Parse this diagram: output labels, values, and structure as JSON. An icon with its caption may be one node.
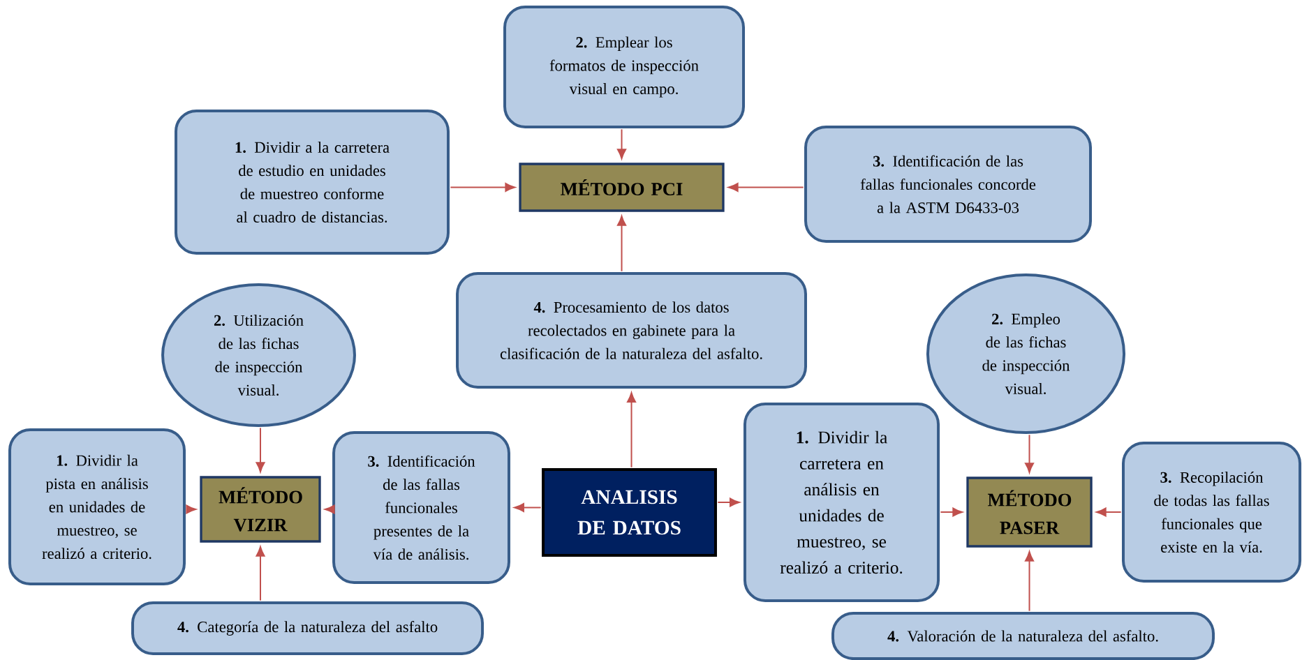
{
  "diagram": {
    "nodes": [
      {
        "text": [
          "**2.** Emplear los formatos de inspección visual en campo."
        ]
      },
      {
        "text": [
          "**1.** Dividir a la carretera de estudio en unidades de muestreo conforme al cuadro de distancias."
        ]
      },
      {
        "text": [
          "MÉTODO PCI"
        ]
      },
      {
        "text": [
          "**3.** Identificación de las fallas funcionales concorde a la ASTM D6433-03"
        ]
      },
      {
        "text": [
          "**4.** Procesamiento de los datos recolectados en gabinete para la clasificación de la naturaleza del asfalto."
        ]
      },
      {
        "text": [
          "**2.** Utilización de las fichas de inspección visual."
        ]
      },
      {
        "text": [
          "**2.** Empleo de las fichas de inspección visual."
        ]
      },
      {
        "text": [
          "**1.** Dividir la pista en análisis en unidades de muestreo, se realizó a criterio."
        ]
      },
      {
        "text": [
          "MÉTODO VIZIR"
        ]
      },
      {
        "text": [
          "**3.** Identificación de las fallas funcionales presentes de la vía de análisis."
        ]
      },
      {
        "text": [
          "ANALISIS DE DATOS"
        ]
      },
      {
        "text": [
          "**1.** Dividir la carretera en análisis en unidades de muestreo, se realizó a criterio."
        ]
      },
      {
        "text": [
          "MÉTODO PASER"
        ]
      },
      {
        "text": [
          "**3.** Recopilación de todas las fallas funcionales que existe en la vía."
        ]
      },
      {
        "text": [
          "**4.** Categoría de la naturaleza del asfalto"
        ]
      },
      {
        "text": [
          "**4.** Valoración de la naturaleza del asfalto."
        ]
      }
    ],
    "edges": [
      {
        "from": 0,
        "to": 2,
        "arrow": "to"
      },
      {
        "from": 1,
        "to": 2,
        "arrow": "to"
      },
      {
        "from": 3,
        "to": 2,
        "arrow": "to"
      },
      {
        "from": 4,
        "to": 2,
        "arrow": "to"
      },
      {
        "from": 10,
        "to": 4,
        "arrow": "to"
      },
      {
        "from": 10,
        "to": 9,
        "arrow": "to"
      },
      {
        "from": 10,
        "to": 11,
        "arrow": "to"
      },
      {
        "from": 9,
        "to": 8,
        "arrow": "to"
      },
      {
        "from": 7,
        "to": 8,
        "arrow": "to"
      },
      {
        "from": 5,
        "to": 8,
        "arrow": "to"
      },
      {
        "from": 14,
        "to": 8,
        "arrow": "to"
      },
      {
        "from": 11,
        "to": 12,
        "arrow": "to"
      },
      {
        "from": 6,
        "to": 12,
        "arrow": "to"
      },
      {
        "from": 13,
        "to": 12,
        "arrow": "to"
      },
      {
        "from": 15,
        "to": 12,
        "arrow": "to"
      }
    ]
  }
}
